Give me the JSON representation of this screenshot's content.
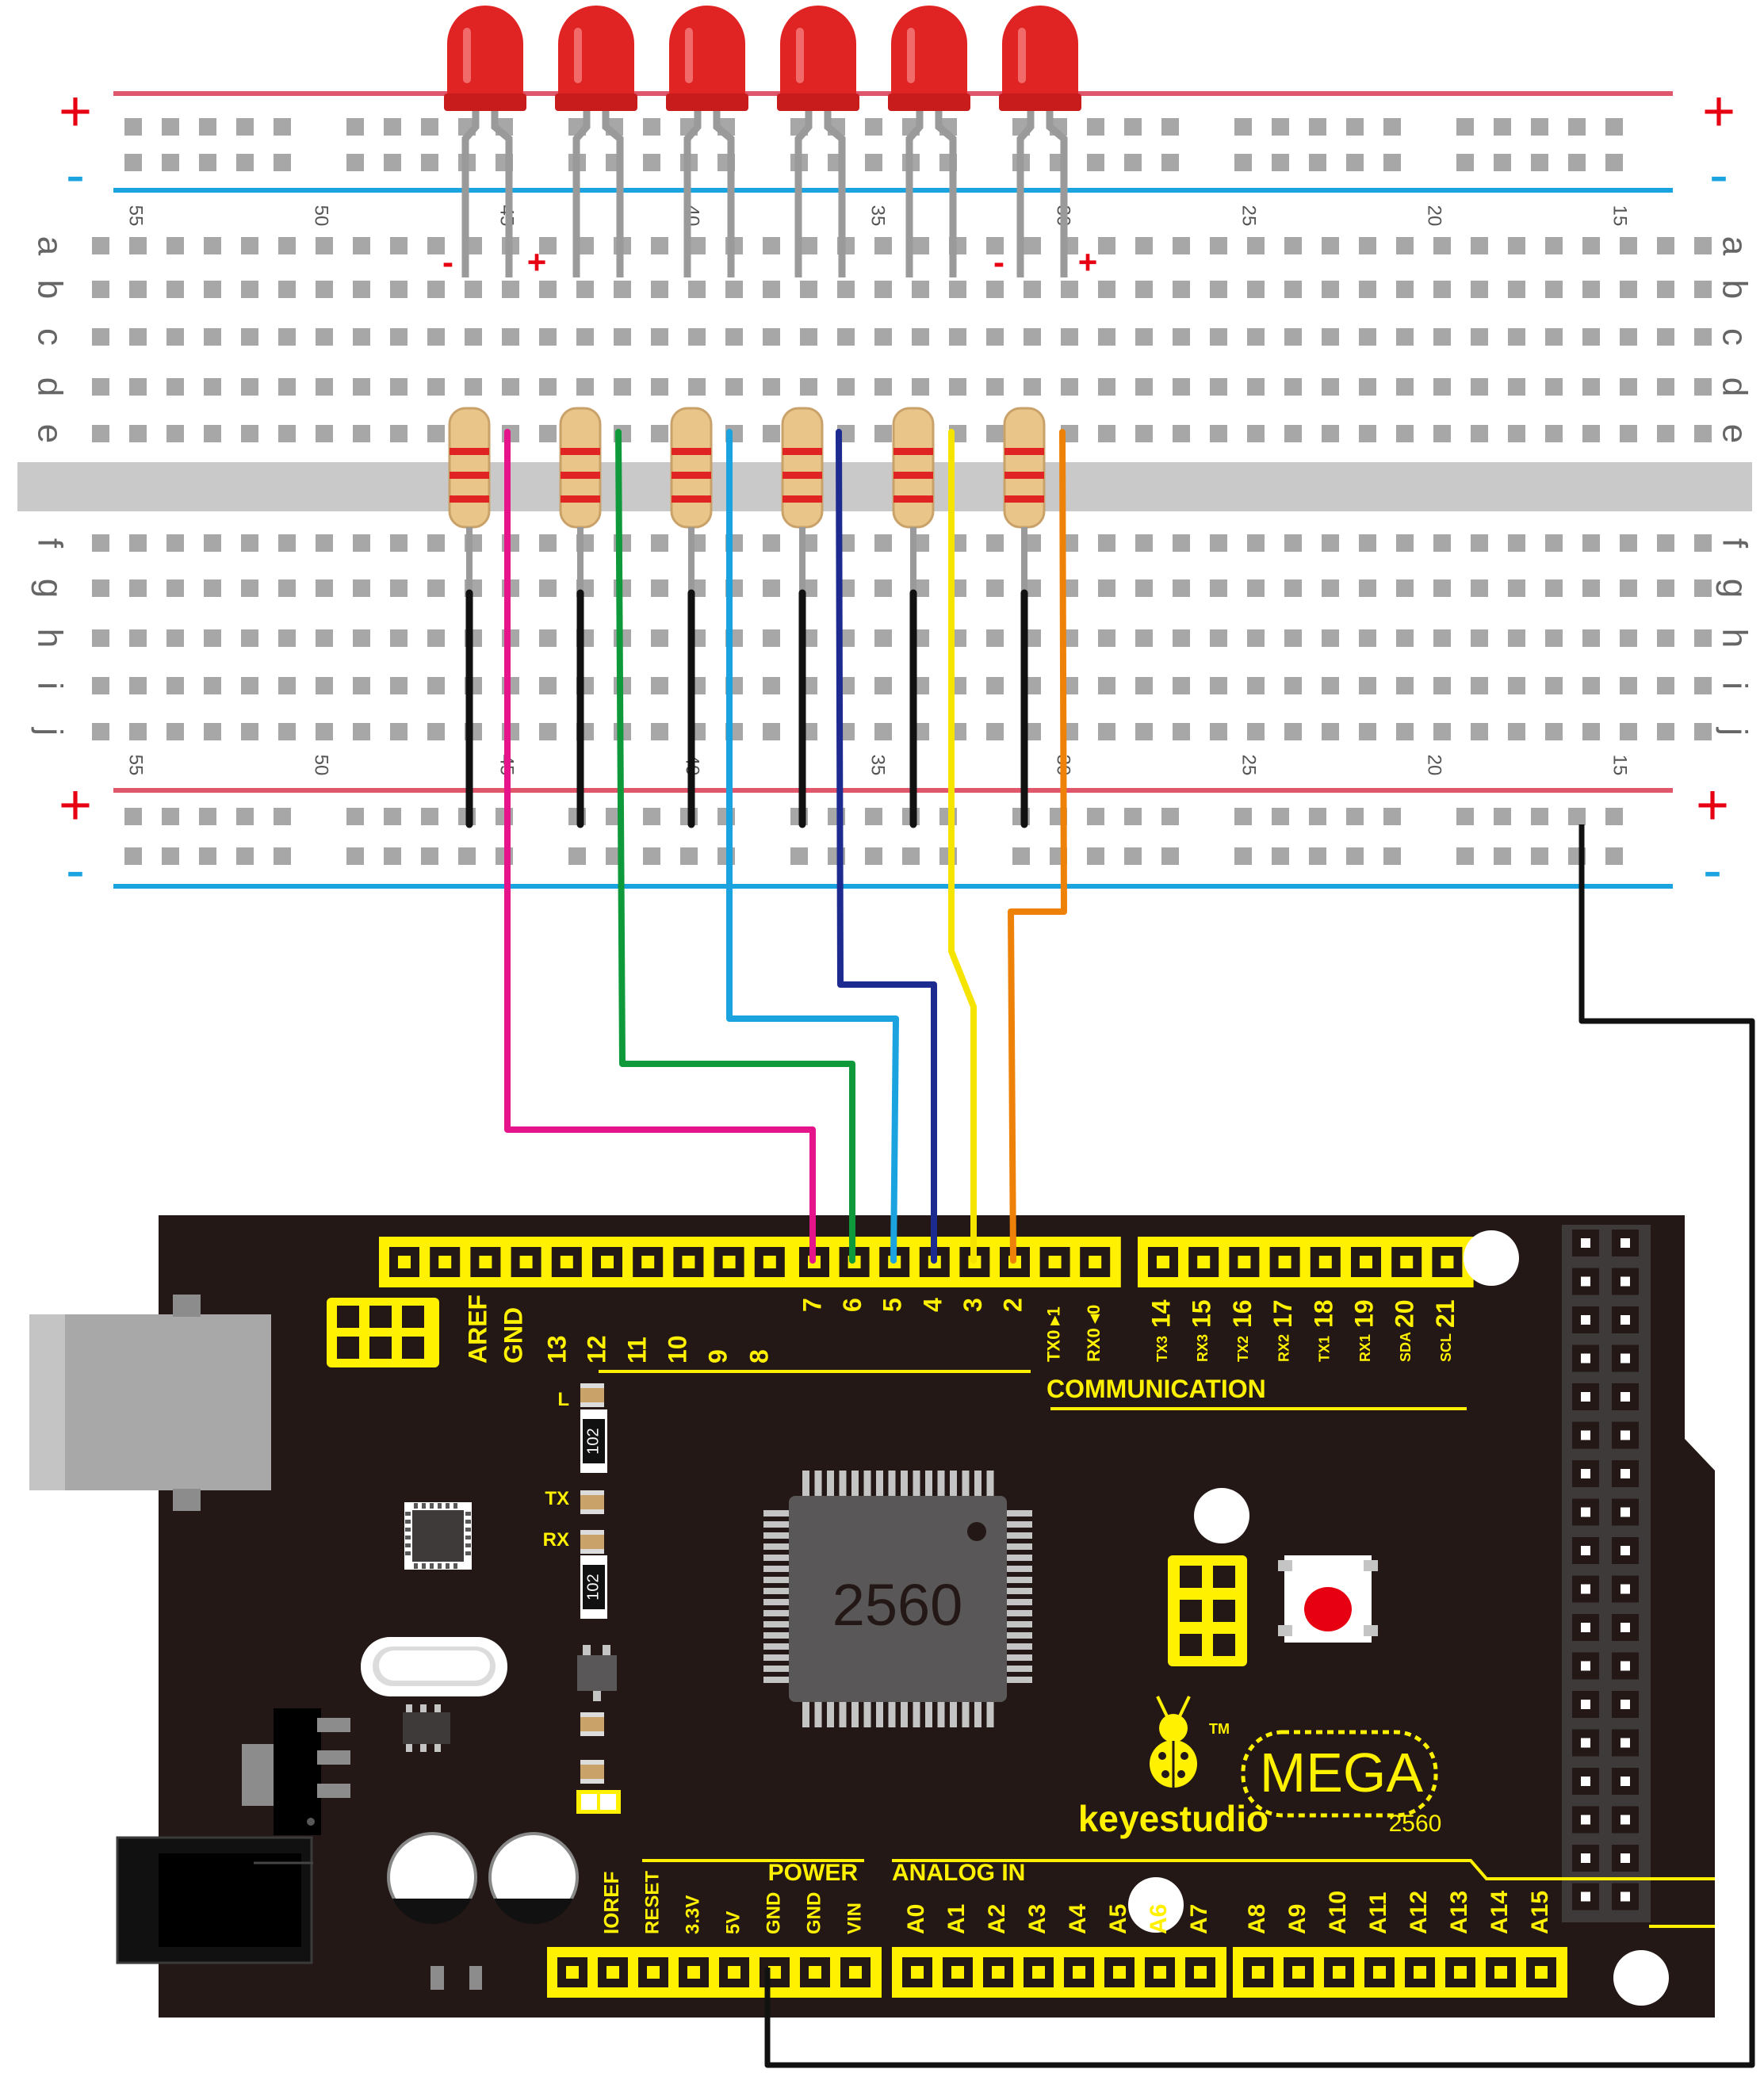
{
  "breadboard": {
    "row_letters_top": [
      "a",
      "b",
      "c",
      "d",
      "e"
    ],
    "row_letters_bottom": [
      "f",
      "g",
      "h",
      "i",
      "j"
    ],
    "column_numbers": [
      "55",
      "50",
      "45",
      "40",
      "35",
      "30",
      "25",
      "20",
      "15"
    ],
    "rail_plus": "+",
    "rail_minus": "-"
  },
  "leds": {
    "count": 6,
    "color": "#e02424",
    "lead_minus_label": "-",
    "lead_plus_label": "+"
  },
  "resistors": {
    "count": 6,
    "band_color": "#e02424",
    "body_color": "#e9c58a"
  },
  "wires": [
    {
      "color": "#e5148a",
      "pin": "7"
    },
    {
      "color": "#0e9a3a",
      "pin": "6"
    },
    {
      "color": "#1ba3e0",
      "pin": "5"
    },
    {
      "color": "#1d2a8f",
      "pin": "4"
    },
    {
      "color": "#f5e300",
      "pin": "3"
    },
    {
      "color": "#ee8208",
      "pin": "2"
    },
    {
      "color": "#111111",
      "pin": "GND"
    }
  ],
  "board": {
    "digital_pins_left": [
      "AREF",
      "GND",
      "13",
      "12",
      "11",
      "10",
      "9",
      "8"
    ],
    "digital_pins_mid": [
      "7",
      "6",
      "5",
      "4",
      "3",
      "2",
      "1",
      "0"
    ],
    "serial_labels_mid": [
      "TX0 ▸1",
      "RX0 ◂0"
    ],
    "comm_pins": [
      "14",
      "15",
      "16",
      "17",
      "18",
      "19",
      "20",
      "21"
    ],
    "comm_sub_labels": [
      "TX3",
      "RX3",
      "TX2",
      "RX2",
      "TX1",
      "RX1",
      "SDA",
      "SCL"
    ],
    "communication_label": "COMMUNICATION",
    "chip_label": "2560",
    "led_labels": [
      "L",
      "TX",
      "RX"
    ],
    "smd_code": "102",
    "brand": "keyestudio",
    "trademark": "TM",
    "model": "MEGA",
    "model_number": "2560",
    "power_label": "POWER",
    "power_pins": [
      "IOREF",
      "RESET",
      "3.3V",
      "5V",
      "GND",
      "GND",
      "VIN"
    ],
    "analog_label": "ANALOG IN",
    "analog_pins": [
      "A0",
      "A1",
      "A2",
      "A3",
      "A4",
      "A5",
      "A6",
      "A7",
      "A8",
      "A9",
      "A10",
      "A11",
      "A12",
      "A13",
      "A14",
      "A15"
    ]
  },
  "colors": {
    "board": "#231815",
    "header_yellow": "#fff100",
    "breadboard": "#ffffff",
    "rail_red": "#e0566b",
    "rail_blue": "#1ba3e0",
    "plus_red": "#e60012",
    "minus_blue": "#1ba3e0"
  }
}
